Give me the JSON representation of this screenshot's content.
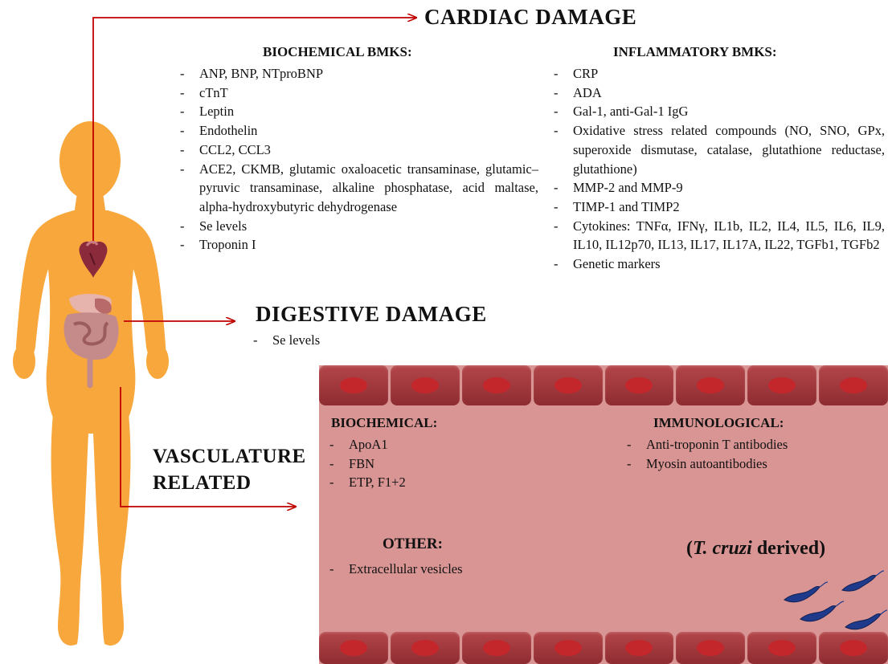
{
  "cardiac": {
    "title": "CARDIAC DAMAGE",
    "biochemical": {
      "title": "BIOCHEMICAL BMKS:",
      "items": [
        "ANP, BNP, NTproBNP",
        "cTnT",
        "Leptin",
        "Endothelin",
        "CCL2, CCL3",
        "ACE2, CKMB, glutamic oxaloacetic transaminase, glutamic–pyruvic transaminase, alkaline phosphatase, acid maltase, alpha-hydroxybutyric dehydrogenase",
        "Se levels",
        "Troponin I"
      ]
    },
    "inflammatory": {
      "title": "INFLAMMATORY BMKS:",
      "items": [
        "CRP",
        "ADA",
        "Gal-1, anti-Gal-1 IgG",
        "Oxidative stress related compounds (NO, SNO, GPx, superoxide dismutase, catalase, glutathione reductase, glutathione)",
        "MMP-2 and MMP-9",
        "TIMP-1 and TIMP2",
        "Cytokines: TNFα, IFNγ, IL1b, IL2, IL4, IL5, IL6, IL9, IL10, IL12p70, IL13, IL17, IL17A, IL22, TGFb1, TGFb2",
        "Genetic markers"
      ]
    }
  },
  "digestive": {
    "title": "DIGESTIVE DAMAGE",
    "items": [
      "Se levels"
    ]
  },
  "vasculature": {
    "title_line1": "VASCULATURE",
    "title_line2": "RELATED",
    "biochemical": {
      "title": "BIOCHEMICAL:",
      "items": [
        "ApoA1",
        "FBN",
        "ETP, F1+2"
      ]
    },
    "immunological": {
      "title": "IMMUNOLOGICAL:",
      "items": [
        "Anti-troponin T antibodies",
        "Myosin autoantibodies"
      ]
    },
    "other": {
      "title": "OTHER:",
      "items": [
        "Extracellular vesicles"
      ]
    },
    "derived": {
      "open": "(",
      "species": "T. cruzi",
      "rest": " derived)"
    }
  },
  "colors": {
    "body": "#f8a73c",
    "arrow": "#c00000",
    "vessel_lumen": "#d99594",
    "vessel_cell": "#a13a3f",
    "cell_nucleus": "#c3262b",
    "parasite": "#1f3a8a"
  },
  "icons": [
    "human-silhouette",
    "heart-icon",
    "digestive-organs-icon",
    "parasite-icon"
  ]
}
